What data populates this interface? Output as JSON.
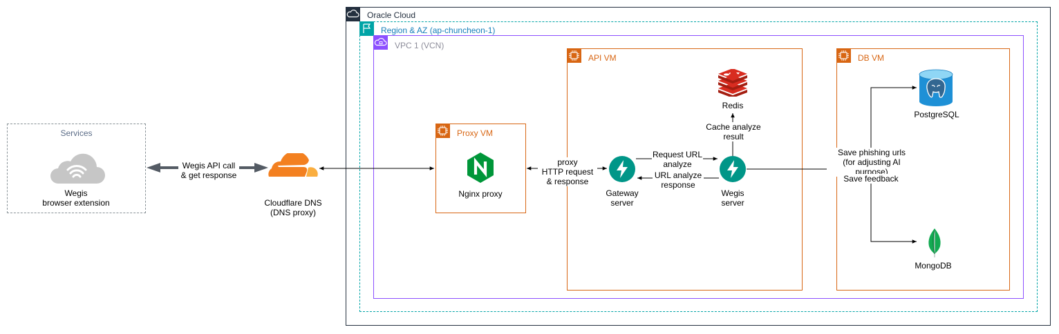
{
  "colors": {
    "oracle_border": "#232f3e",
    "region_border": "#00a4a6",
    "vpc_border": "#8c4fff",
    "vm_border": "#d86613",
    "services_border": "#879196",
    "arrow_gray": "#545b64",
    "fastapi_green": "#009688",
    "nginx_green": "#009639",
    "cloudflare_orange": "#f38020",
    "redis_red": "#d82c20",
    "mongodb_green": "#13aa52",
    "postgres_blue": "#336791"
  },
  "services": {
    "group_label": "Services",
    "node_label_line1": "Wegis",
    "node_label_line2": "browser extension",
    "icon": "cloud-wifi-icon"
  },
  "wegis_api_edge": {
    "line1": "Wegis API call",
    "line2": "& get response"
  },
  "cloudflare": {
    "line1": "Cloudflare DNS",
    "line2": "(DNS proxy)",
    "icon": "cloudflare-icon"
  },
  "oracle": {
    "label": "Oracle Cloud",
    "icon": "cloud-icon"
  },
  "region": {
    "label": "Region & AZ (ap-chuncheon-1)",
    "icon": "flag-icon"
  },
  "vpc": {
    "label": "VPC 1 (VCN)",
    "icon": "vpc-cloud-icon"
  },
  "proxy_vm": {
    "label": "Proxy VM",
    "node_label": "Nginx proxy",
    "icon": "nginx-icon"
  },
  "proxy_edge": {
    "line1": "proxy",
    "line2": "HTTP request",
    "line3": "& response"
  },
  "api_vm": {
    "label": "API VM"
  },
  "gateway": {
    "line1": "Gateway",
    "line2": "server",
    "icon": "fastapi-icon"
  },
  "wegis_server": {
    "line1": "Wegis",
    "line2": "server",
    "icon": "fastapi-icon"
  },
  "request_edge": {
    "line1": "Request URL",
    "line2": "analyze"
  },
  "response_edge": {
    "line1": "URL analyze",
    "line2": "response"
  },
  "redis": {
    "label": "Redis",
    "icon": "redis-icon"
  },
  "cache_edge": {
    "label": "Cache analyze result"
  },
  "db_vm": {
    "label": "DB VM"
  },
  "postgres": {
    "label": "PostgreSQL",
    "icon": "postgresql-icon"
  },
  "mongo": {
    "label": "MongoDB",
    "icon": "mongodb-icon"
  },
  "save_phishing": {
    "line1": "Save phishing urls",
    "line2": "(for adjusting AI purpose)"
  },
  "save_feedback": {
    "label": "Save feedback"
  }
}
